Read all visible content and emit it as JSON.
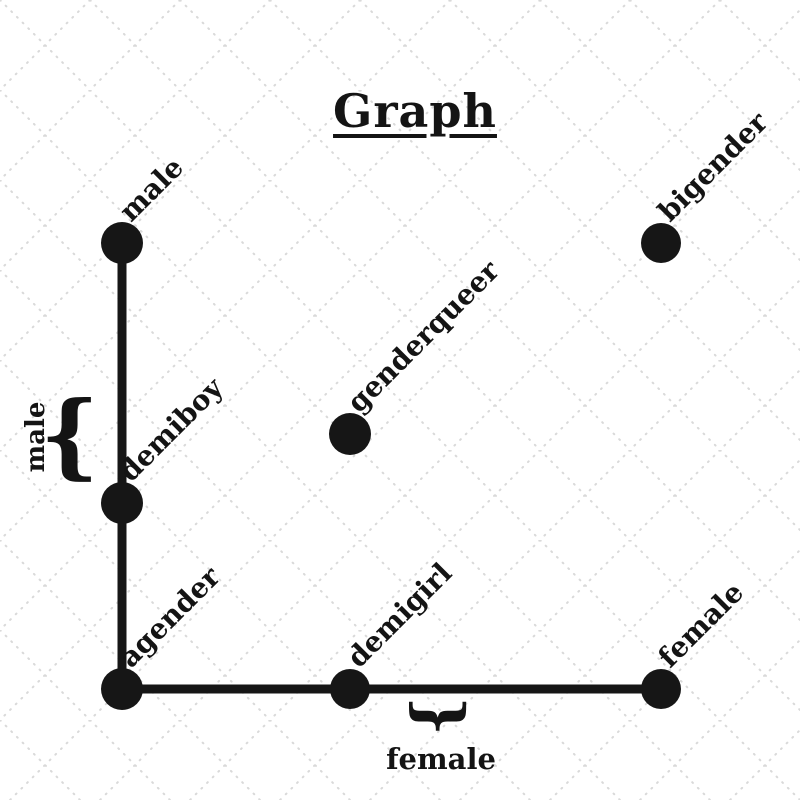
{
  "title": "Graph",
  "colors": {
    "ink": "#161616",
    "background": "#ffffff",
    "lattice": "#d9d9d9"
  },
  "nodes": [
    {
      "id": "male",
      "label": "male"
    },
    {
      "id": "bigender",
      "label": "bigender"
    },
    {
      "id": "genderqueer",
      "label": "genderqueer"
    },
    {
      "id": "demiboy",
      "label": "demiboy"
    },
    {
      "id": "agender",
      "label": "agender"
    },
    {
      "id": "demigirl",
      "label": "demigirl"
    },
    {
      "id": "female",
      "label": "female"
    }
  ],
  "edges": [
    {
      "from": "male",
      "to": "demiboy"
    },
    {
      "from": "demiboy",
      "to": "agender"
    },
    {
      "from": "agender",
      "to": "demigirl"
    },
    {
      "from": "demigirl",
      "to": "female"
    }
  ],
  "annotations": [
    {
      "id": "left-brace",
      "brace_glyph": "{",
      "label": "male"
    },
    {
      "id": "bottom-brace",
      "brace_glyph": "{",
      "label": "female"
    }
  ]
}
